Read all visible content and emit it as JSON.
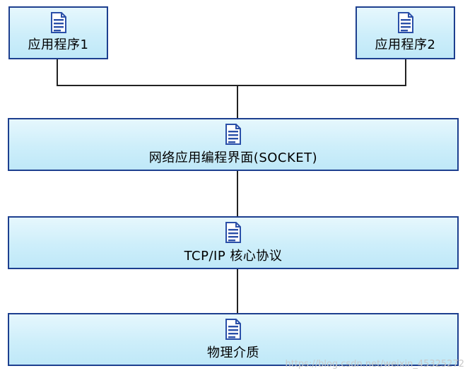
{
  "nodes": {
    "app1": {
      "label": "应用程序1",
      "icon": "document-icon"
    },
    "app2": {
      "label": "应用程序2",
      "icon": "document-icon"
    },
    "socket": {
      "label": "网络应用编程界面(SOCKET)",
      "icon": "document-icon"
    },
    "tcpip": {
      "label": "TCP/IP 核心协议",
      "icon": "document-icon"
    },
    "physical": {
      "label": "物理介质",
      "icon": "document-icon"
    }
  },
  "watermark": "https://blog.csdn.net/weixin_45325272",
  "colors": {
    "node_fill": "#cdeefa",
    "node_border": "#1d3f8f",
    "icon": "#2a4fa8",
    "connector": "#222222"
  }
}
